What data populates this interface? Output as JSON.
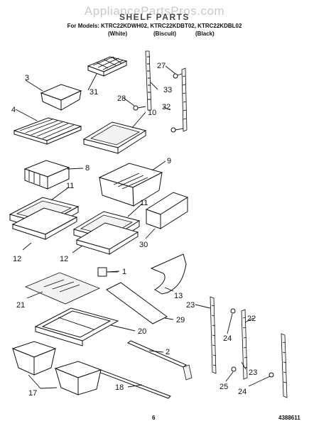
{
  "watermark": "AppliancePartsPros.com",
  "title": "SHELF PARTS",
  "models_line": "For Models: KTRC22KDWH02, KTRC22KDBT02, KTRC22KDBL02",
  "variants": [
    "(White)",
    "(Biscuit)",
    "(Black)"
  ],
  "page_number": "6",
  "doc_number": "4388611",
  "callouts": [
    {
      "id": "3",
      "label": "3"
    },
    {
      "id": "31",
      "label": "31"
    },
    {
      "id": "27",
      "label": "27"
    },
    {
      "id": "33",
      "label": "33"
    },
    {
      "id": "28",
      "label": "28"
    },
    {
      "id": "32",
      "label": "32"
    },
    {
      "id": "4",
      "label": "4"
    },
    {
      "id": "10",
      "label": "10"
    },
    {
      "id": "9",
      "label": "9"
    },
    {
      "id": "8",
      "label": "8"
    },
    {
      "id": "11a",
      "label": "11"
    },
    {
      "id": "11b",
      "label": "11"
    },
    {
      "id": "12a",
      "label": "12"
    },
    {
      "id": "12b",
      "label": "12"
    },
    {
      "id": "30",
      "label": "30"
    },
    {
      "id": "1",
      "label": "1"
    },
    {
      "id": "13",
      "label": "13"
    },
    {
      "id": "21",
      "label": "21"
    },
    {
      "id": "23a",
      "label": "23"
    },
    {
      "id": "22",
      "label": "22"
    },
    {
      "id": "29",
      "label": "29"
    },
    {
      "id": "24a",
      "label": "24"
    },
    {
      "id": "20",
      "label": "20"
    },
    {
      "id": "2",
      "label": "2"
    },
    {
      "id": "23b",
      "label": "23"
    },
    {
      "id": "17",
      "label": "17"
    },
    {
      "id": "18",
      "label": "18"
    },
    {
      "id": "25",
      "label": "25"
    },
    {
      "id": "24b",
      "label": "24"
    }
  ]
}
